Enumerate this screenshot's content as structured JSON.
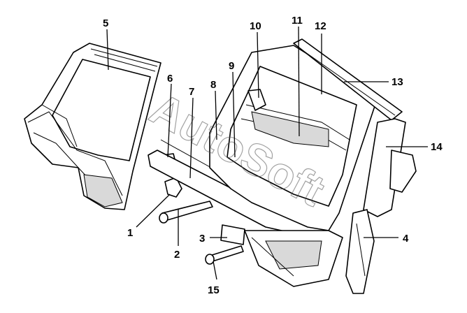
{
  "watermark": "AutoSoft",
  "callouts": [
    {
      "id": "c1",
      "label": "1"
    },
    {
      "id": "c2",
      "label": "2"
    },
    {
      "id": "c3",
      "label": "3"
    },
    {
      "id": "c4",
      "label": "4"
    },
    {
      "id": "c5",
      "label": "5"
    },
    {
      "id": "c6",
      "label": "6"
    },
    {
      "id": "c7",
      "label": "7"
    },
    {
      "id": "c8",
      "label": "8"
    },
    {
      "id": "c9",
      "label": "9"
    },
    {
      "id": "c10",
      "label": "10"
    },
    {
      "id": "c11",
      "label": "11"
    },
    {
      "id": "c12",
      "label": "12"
    },
    {
      "id": "c13",
      "label": "13"
    },
    {
      "id": "c14",
      "label": "14"
    },
    {
      "id": "c15",
      "label": "15"
    }
  ]
}
